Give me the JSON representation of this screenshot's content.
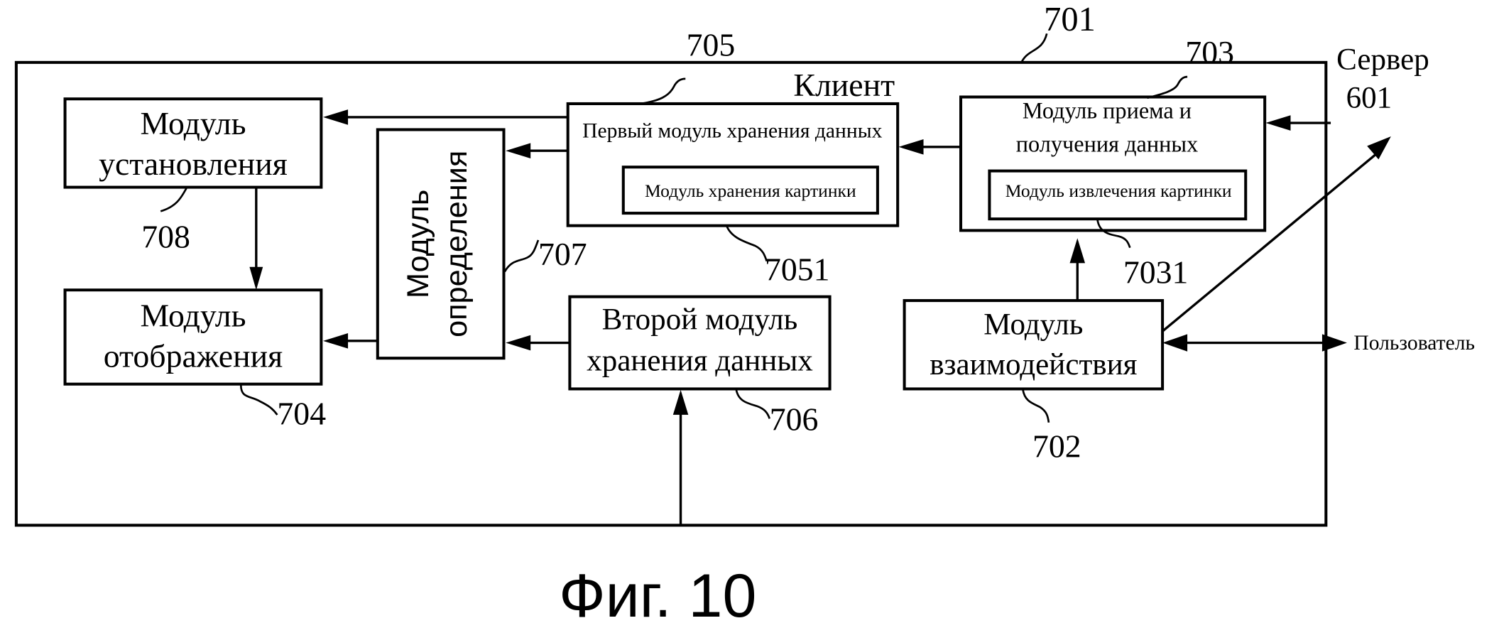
{
  "figure": {
    "caption": "Фиг. 10"
  },
  "labels": {
    "client": "Клиент",
    "server_line1": "Сервер",
    "server_line2": "601",
    "user": "Пользователь"
  },
  "modules": {
    "establish": {
      "line1": "Модуль",
      "line2": "установления",
      "ref": "708"
    },
    "display": {
      "line1": "Модуль",
      "line2": "отображения",
      "ref": "704"
    },
    "determine": {
      "line1": "Модуль",
      "line2": "определения",
      "ref": "707"
    },
    "first_storage": {
      "title": "Первый модуль хранения данных",
      "ref": "705"
    },
    "picture_storage": {
      "title": "Модуль хранения картинки",
      "ref": "7051"
    },
    "second_storage": {
      "line1": "Второй модуль",
      "line2": "хранения данных",
      "ref": "706"
    },
    "receive": {
      "line1": "Модуль приема и",
      "line2": "получения данных",
      "ref": "703"
    },
    "picture_extract": {
      "title": "Модуль извлечения картинки",
      "ref": "7031"
    },
    "interaction": {
      "line1": "Модуль",
      "line2": "взаимодействия",
      "ref": "702"
    },
    "client_frame": {
      "ref": "701"
    }
  }
}
